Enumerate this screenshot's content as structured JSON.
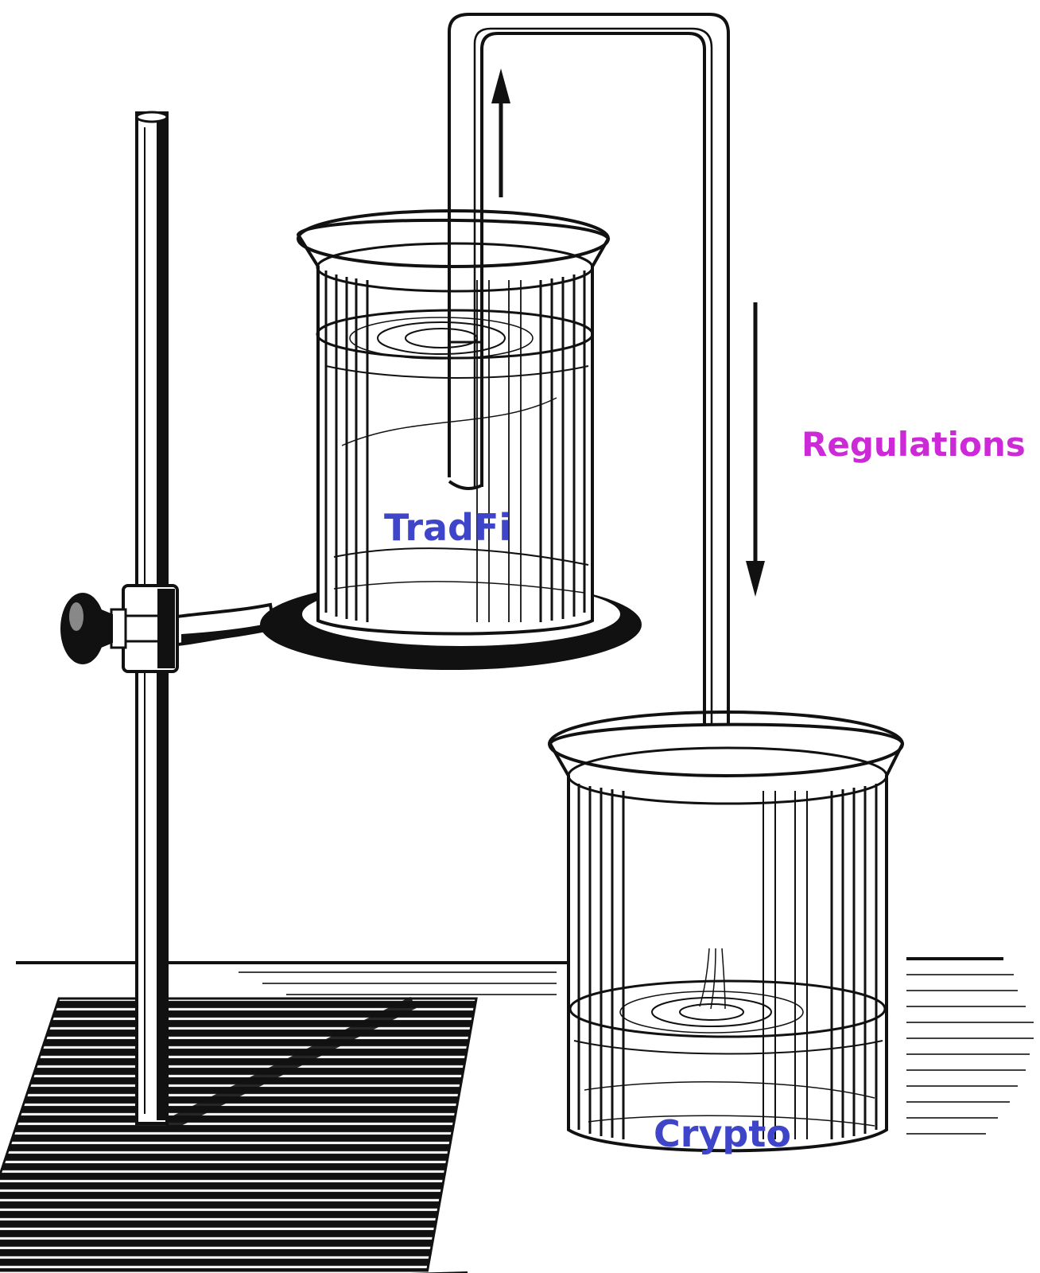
{
  "labels": {
    "tradfi": "TradFi",
    "crypto": "Crypto",
    "regulations": "Regulations"
  },
  "colors": {
    "label_blue": "#3f45c8",
    "label_magenta": "#cc2ad6",
    "ink": "#111111",
    "background": "#ffffff"
  },
  "icons": {
    "up_arrow": "arrow-up-icon",
    "down_arrow": "arrow-down-icon"
  }
}
